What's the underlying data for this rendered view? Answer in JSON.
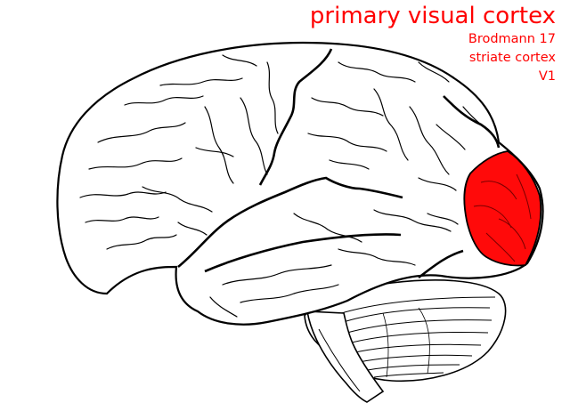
{
  "diagram": {
    "title": "primary visual cortex",
    "synonyms": [
      "Brodmann 17",
      "striate cortex",
      "V1"
    ],
    "highlight_region": "occipital-pole",
    "colors": {
      "label": "#ff0000",
      "highlight": "#ff0a0a",
      "outline": "#000000",
      "fill": "#ffffff"
    }
  }
}
